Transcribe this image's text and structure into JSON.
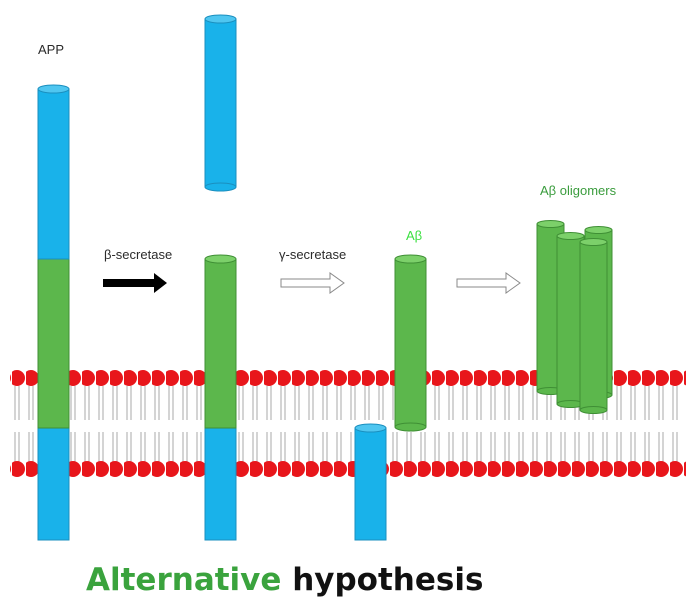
{
  "diagram": {
    "label_app": "APP",
    "label_beta_secretase": "β-secretase",
    "label_gamma_secretase": "γ-secretase",
    "label_abeta": "Aβ",
    "label_abeta_oligomers": "Aβ oligomers",
    "caption_word1": "Alternative",
    "caption_word2": "hypothesis"
  },
  "colors": {
    "protein_blue": "#19b2ea",
    "protein_green": "#5cb74c",
    "lipid_head": "#e8161b",
    "abeta_label": "#3be040",
    "oligomer_label": "#3a9c3d",
    "caption_green": "#3aa33d",
    "arrow_filled": "#000000"
  }
}
